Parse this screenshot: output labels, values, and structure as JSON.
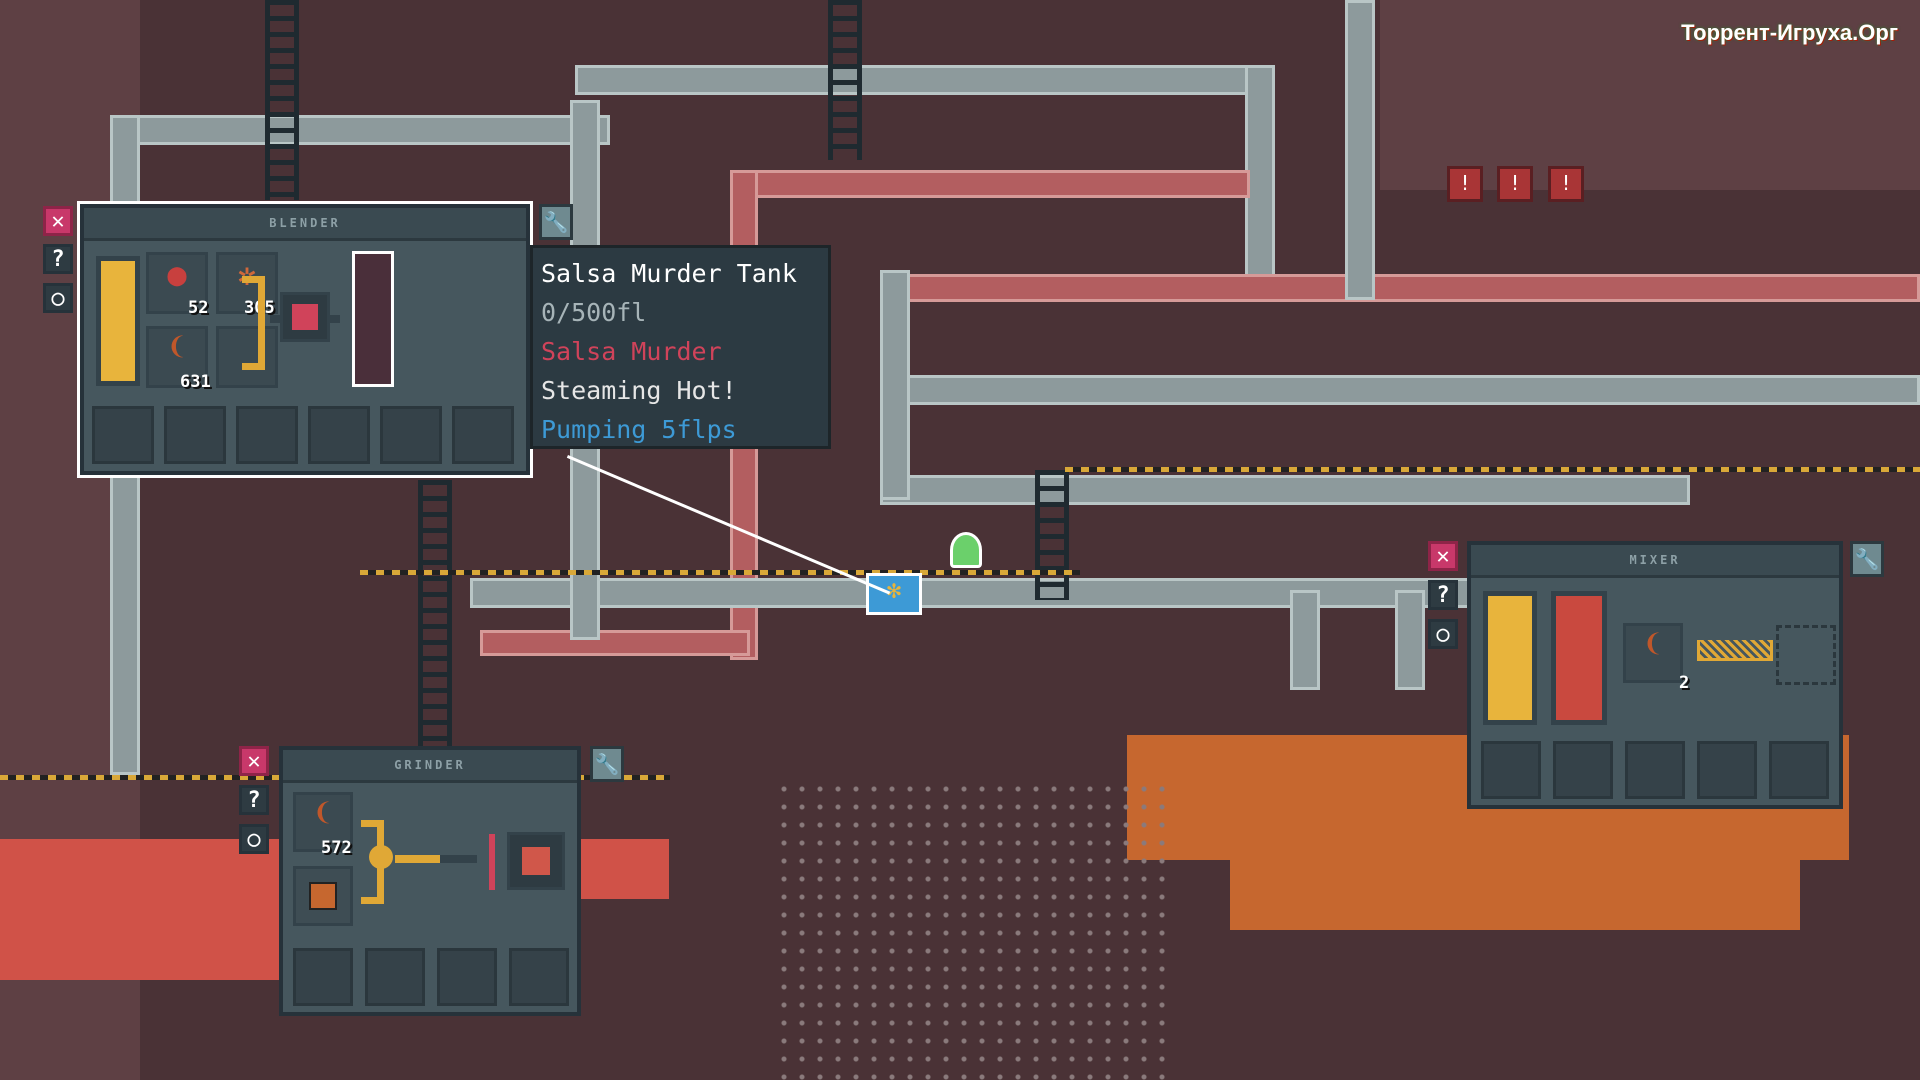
{
  "watermark": "Торрент-Игруха.Орг",
  "colors": {
    "accent_yellow": "#e8b43c",
    "close_red": "#c8386a",
    "tooltip_red": "#d0435a",
    "tooltip_blue": "#3d9ad6",
    "lava": "#d05248",
    "ground": "#c6672f"
  },
  "machine1": {
    "title": "BLENDER",
    "inputs": [
      {
        "icon": "tomato-icon",
        "qty": "52"
      },
      {
        "icon": "pepper-flakes-icon",
        "qty": "305"
      },
      {
        "icon": "chili-pepper-icon",
        "qty": "631"
      }
    ],
    "output_tank_fill": 0
  },
  "tooltip": {
    "name": "Salsa Murder Tank",
    "capacity": "0/500fl",
    "contents": "Salsa Murder",
    "status": "Steaming Hot!",
    "flow": "Pumping 5flps"
  },
  "machine2": {
    "title": "GRINDER",
    "inputs": [
      {
        "icon": "chili-pepper-icon",
        "qty": "572"
      },
      {
        "icon": "crate-icon",
        "qty": ""
      }
    ]
  },
  "machine3": {
    "title": "MIXER",
    "inputs": [
      {
        "icon": "chili-pepper-icon",
        "qty": "2"
      }
    ]
  },
  "buttons": {
    "close": "✕",
    "help": "?",
    "toggle": "○",
    "wrench": "🔧",
    "warning": "!"
  }
}
